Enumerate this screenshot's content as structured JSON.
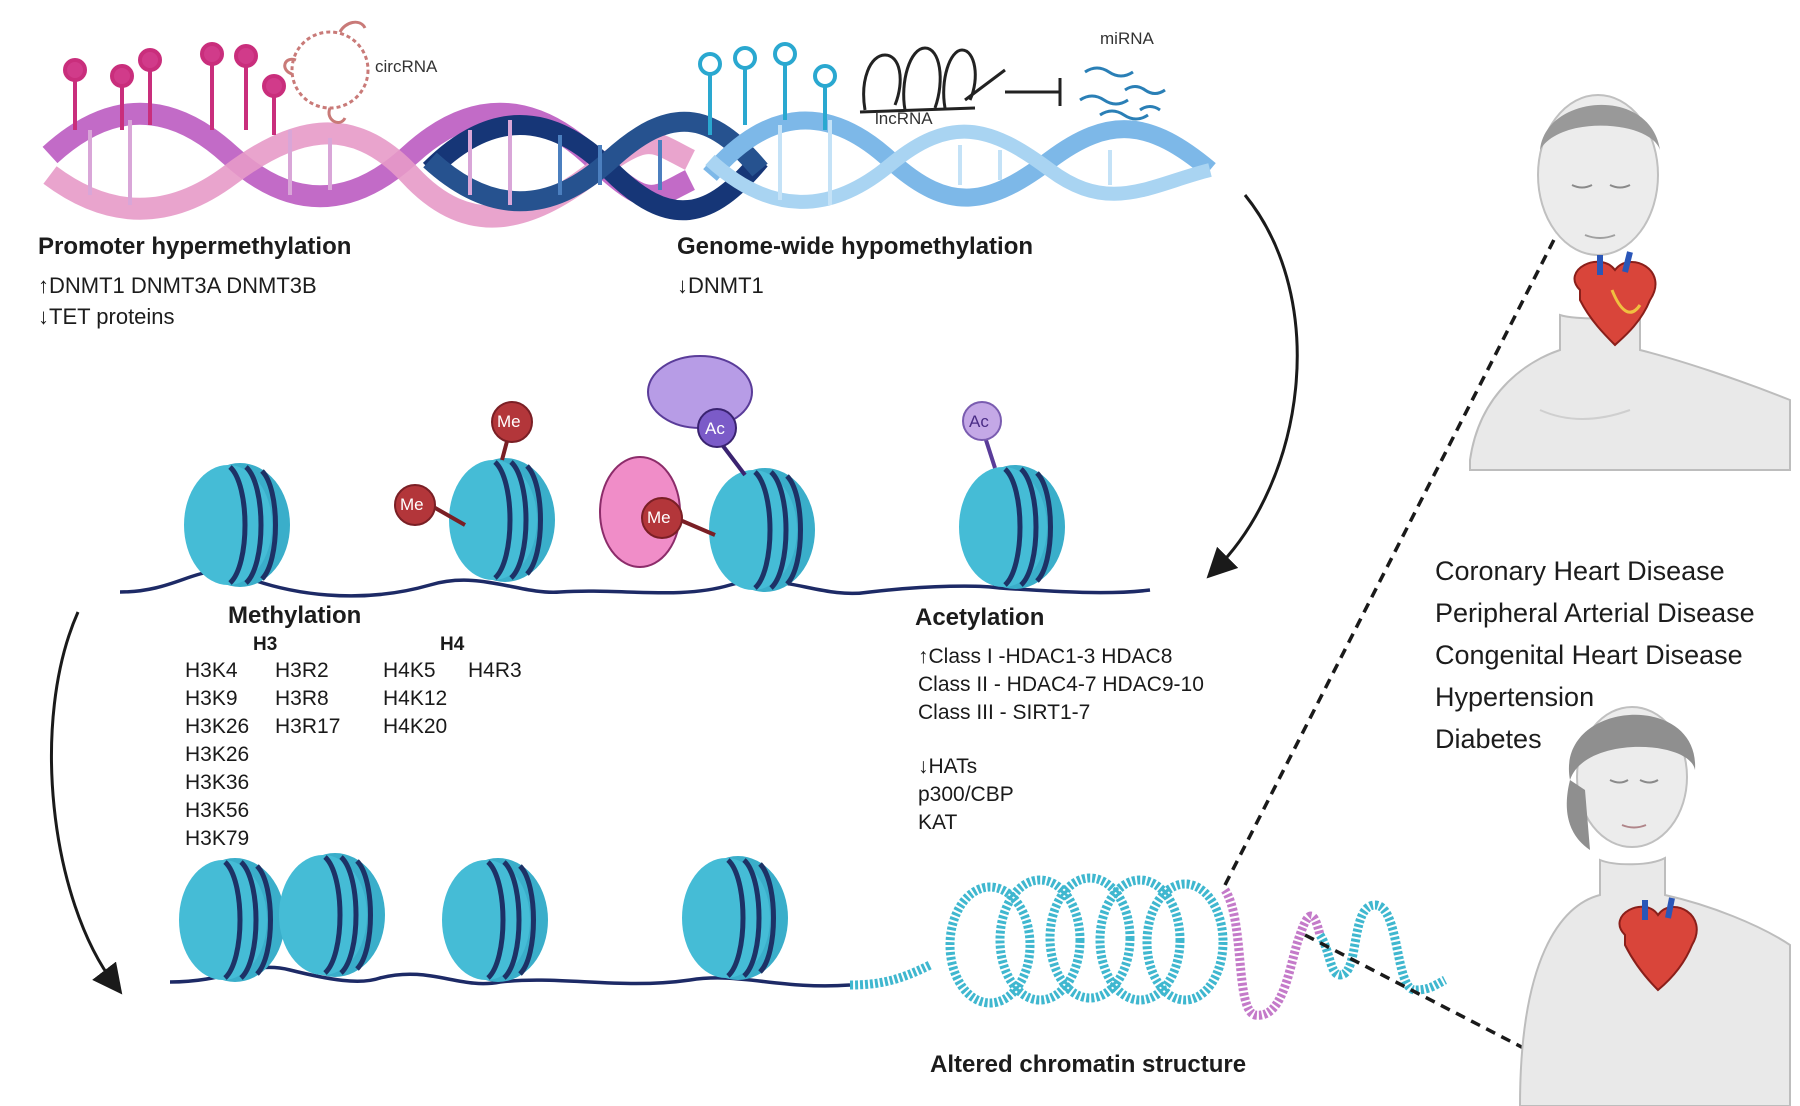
{
  "labels": {
    "circ_rna": "circRNA",
    "lnc_rna": "lncRNA",
    "mi_rna": "miRNA",
    "promoter_heading": "Promoter hypermethylation",
    "promoter_line1": "↑DNMT1 DNMT3A DNMT3B",
    "promoter_line2": "↓TET proteins",
    "genome_heading": "Genome-wide hypomethylation",
    "genome_line1": "↓DNMT1",
    "methylation_heading": "Methylation",
    "h3_label": "H3",
    "h4_label": "H4",
    "h3_col1": [
      "H3K4",
      "H3K9",
      "H3K26",
      "H3K26",
      "H3K36",
      "H3K56",
      "H3K79"
    ],
    "h3_col2": [
      "H3R2",
      "H3R8",
      "H3R17"
    ],
    "h4_col1": [
      "H4K5",
      "H4K12",
      "H4K20"
    ],
    "h4_col2": [
      "H4R3"
    ],
    "acetylation_heading": "Acetylation",
    "acetylation_lines": [
      "↑Class I -HDAC1-3 HDAC8",
      "Class II - HDAC4-7 HDAC9-10",
      "Class III - SIRT1-7"
    ],
    "hat_lines": [
      "↓HATs",
      "p300/CBP",
      "KAT"
    ],
    "chromatin_heading": "Altered chromatin structure",
    "me_tag": "Me",
    "ac_tag": "Ac",
    "diseases": [
      "Coronary Heart Disease",
      "Peripheral Arterial Disease",
      "Congenital Heart Disease",
      "Hypertension",
      "Diabetes"
    ]
  },
  "colors": {
    "dna_pink": "#c978c8",
    "dna_navy": "#1c3a7a",
    "dna_light_blue": "#8cc4ec",
    "nucleosome": "#41b8d2",
    "me_marker": "#b43a3a",
    "ac_marker": "#9b7ed6",
    "chromatin_teal": "#3fb7cf",
    "chromatin_pink": "#c47ac9",
    "body_grey": "#e8e8e8"
  }
}
